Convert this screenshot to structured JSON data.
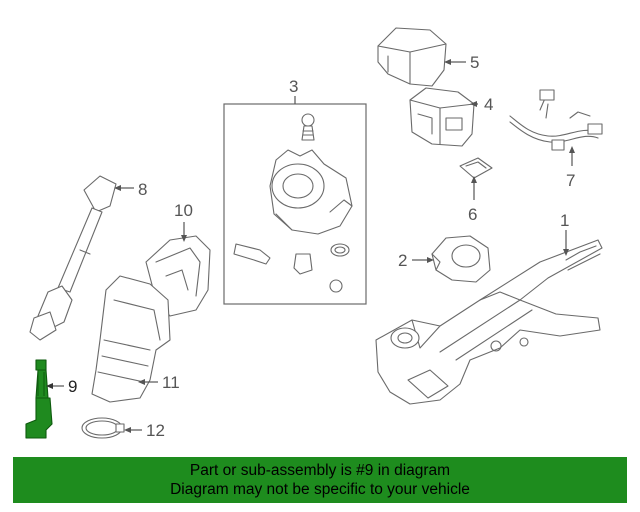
{
  "callouts": {
    "c1": "1",
    "c2": "2",
    "c3": "3",
    "c4": "4",
    "c5": "5",
    "c6": "6",
    "c7": "7",
    "c8": "8",
    "c9": "9",
    "c10": "10",
    "c11": "11",
    "c12": "12"
  },
  "highlight": {
    "part": "9",
    "color": "#1e8c1e"
  },
  "banner": {
    "line1": "Part or sub-assembly is #9 in diagram",
    "line2": "Diagram may not be specific to your vehicle"
  }
}
